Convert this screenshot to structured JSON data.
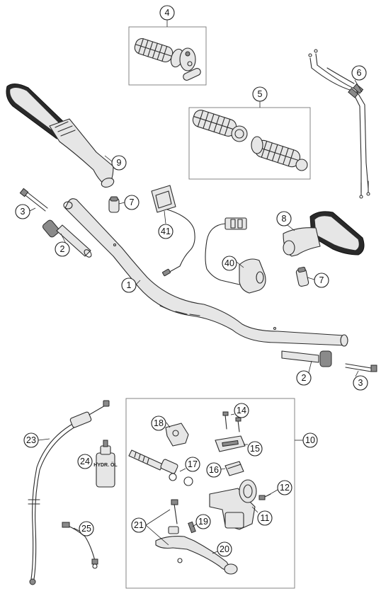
{
  "diagram": {
    "callouts": [
      {
        "id": "c4",
        "number": "4"
      },
      {
        "id": "c5",
        "number": "5"
      },
      {
        "id": "c6",
        "number": "6"
      },
      {
        "id": "c9",
        "number": "9"
      },
      {
        "id": "c3a",
        "number": "3"
      },
      {
        "id": "c7a",
        "number": "7"
      },
      {
        "id": "c41",
        "number": "41"
      },
      {
        "id": "c8",
        "number": "8"
      },
      {
        "id": "c2a",
        "number": "2"
      },
      {
        "id": "c40",
        "number": "40"
      },
      {
        "id": "c7b",
        "number": "7"
      },
      {
        "id": "c1",
        "number": "1"
      },
      {
        "id": "c2b",
        "number": "2"
      },
      {
        "id": "c3b",
        "number": "3"
      },
      {
        "id": "c14",
        "number": "14"
      },
      {
        "id": "c18",
        "number": "18"
      },
      {
        "id": "c10",
        "number": "10"
      },
      {
        "id": "c23",
        "number": "23"
      },
      {
        "id": "c15",
        "number": "15"
      },
      {
        "id": "c17",
        "number": "17"
      },
      {
        "id": "c24",
        "number": "24"
      },
      {
        "id": "c16",
        "number": "16"
      },
      {
        "id": "c12",
        "number": "12"
      },
      {
        "id": "c11",
        "number": "11"
      },
      {
        "id": "c21",
        "number": "21"
      },
      {
        "id": "c19",
        "number": "19"
      },
      {
        "id": "c25",
        "number": "25"
      },
      {
        "id": "c20",
        "number": "20"
      }
    ],
    "bottle_label": "HYDR. ÖL"
  }
}
